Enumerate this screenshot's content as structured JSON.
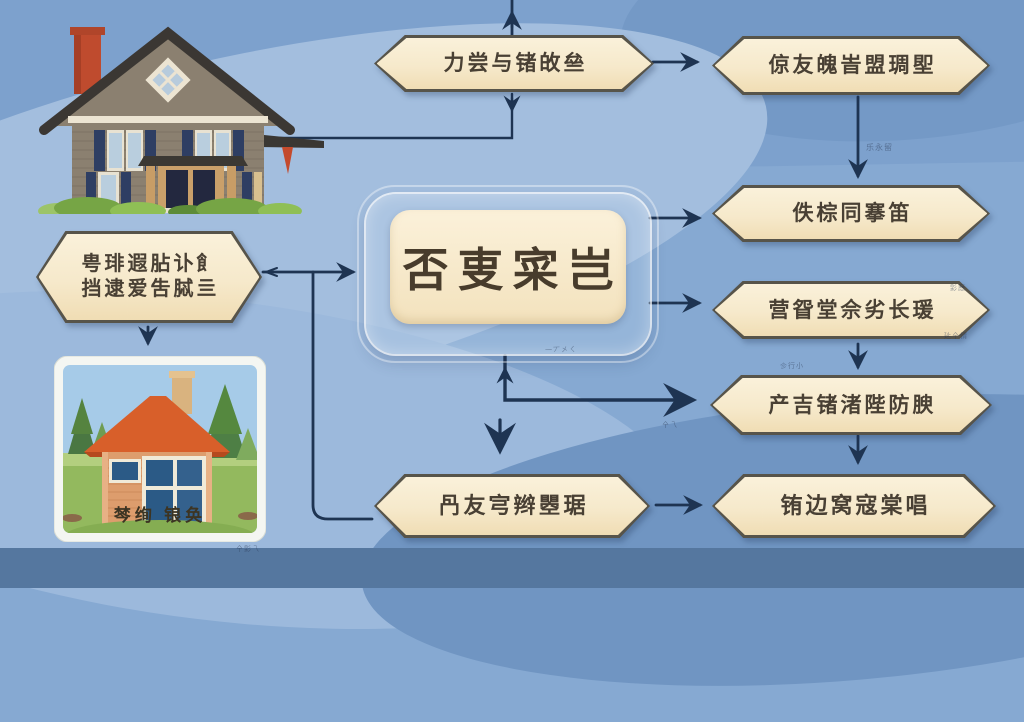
{
  "background": {
    "base": "#86a9d2",
    "band_light": "#a3bede",
    "band_dark": "#7095c2",
    "bottom_strip": "#55779f"
  },
  "palette": {
    "node_fill": "#f6e9cb",
    "node_border": "#57544a",
    "node_text": "#494034",
    "arrow": "#1e3452",
    "panel_fill": "#f8ecd0",
    "frame_white": "#f4f6f2",
    "roof_orange": "#d85f2a",
    "house_taupe": "#8b8070"
  },
  "nodes": {
    "top_center": {
      "label": "力尝与锗敀亝"
    },
    "top_right": {
      "label": "倞友魄峕盟琱堲"
    },
    "right_2": {
      "label": "佚棕同搴笛"
    },
    "right_3": {
      "label": "营眢堂佘劣长瑗"
    },
    "right_4": {
      "label": "产吉锗渚陛防腴"
    },
    "bottom_right": {
      "label": "铕边窝寇棠唱"
    },
    "bottom_center": {
      "label": "冎友宆辫瞾琚"
    },
    "left": {
      "line1": "甹琲遐胋讣飠",
      "line2": "挡逮爱吿脦亖"
    },
    "center": {
      "label": "否叓寀岂"
    }
  },
  "picture": {
    "caption": "棽绚 锒奂"
  },
  "annotations": [
    {
      "text": "乐永留"
    },
    {
      "text": "㐱行小"
    },
    {
      "text": "㐃乁"
    },
    {
      "text": "一丆㐅ㄑ"
    },
    {
      "text": "㣐㦄"
    },
    {
      "text": "㢟㐃㥠"
    },
    {
      "text": "㐃㣐乁"
    }
  ],
  "illustrations": {
    "top_left": "two-story house",
    "bottom_left": "framed cottage picture"
  }
}
